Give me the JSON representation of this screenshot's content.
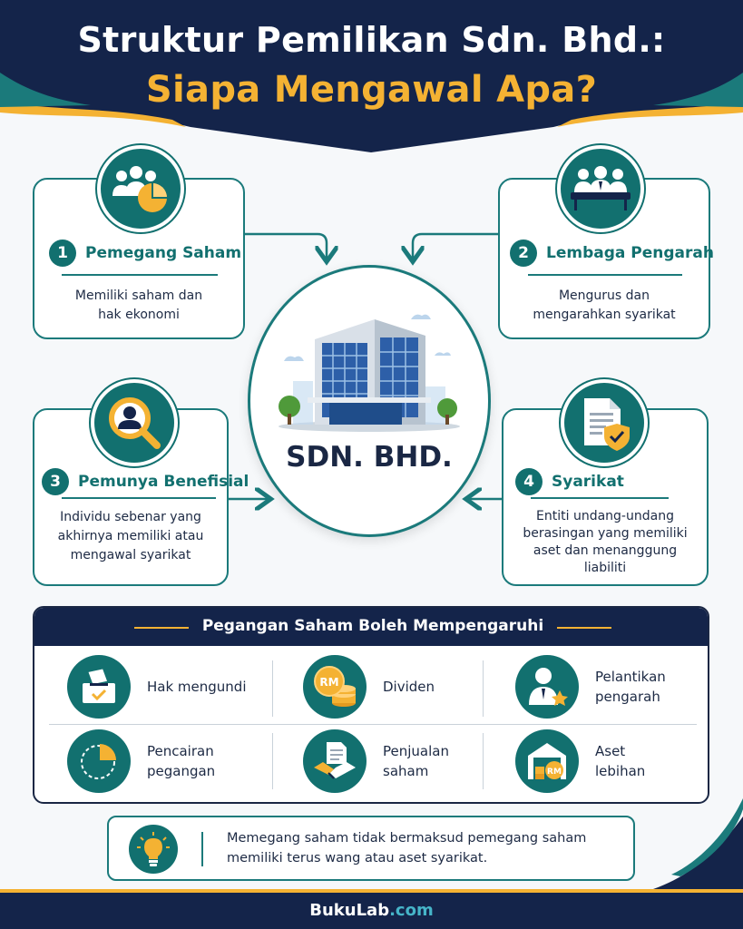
{
  "header": {
    "title_line1": "Struktur Pemilikan Sdn. Bhd.:",
    "title_line2": "Siapa Mengawal Apa?"
  },
  "colors": {
    "navy": "#14244a",
    "teal": "#12706f",
    "gold": "#f4b233"
  },
  "roles": [
    {
      "number": "1",
      "title": "Pemegang Saham",
      "description_lines": [
        "Memiliki saham dan",
        "hak ekonomi"
      ],
      "icon": "shareholders-pie-icon"
    },
    {
      "number": "2",
      "title": "Lembaga Pengarah",
      "description_lines": [
        "Mengurus dan",
        "mengarahkan syarikat"
      ],
      "icon": "board-meeting-icon"
    },
    {
      "number": "3",
      "title": "Pemunya Benefisial",
      "description_lines": [
        "Individu sebenar yang",
        "akhirnya memiliki atau",
        "mengawal syarikat"
      ],
      "icon": "magnifier-person-icon"
    },
    {
      "number": "4",
      "title": "Syarikat",
      "description_lines": [
        "Entiti undang-undang",
        "berasingan yang memiliki",
        "aset dan menanggung",
        "liabiliti"
      ],
      "icon": "document-shield-icon"
    }
  ],
  "center": {
    "label": "SDN. BHD.",
    "icon": "office-building-icon"
  },
  "influence": {
    "title": "Pegangan Saham Boleh Mempengaruhi",
    "items": [
      {
        "lines": [
          "Hak mengundi"
        ],
        "icon": "ballot-box-icon"
      },
      {
        "lines": [
          "Dividen"
        ],
        "icon": "rm-coins-icon"
      },
      {
        "lines": [
          "Pelantikan",
          "pengarah"
        ],
        "icon": "person-star-icon"
      },
      {
        "lines": [
          "Pencairan",
          "pegangan"
        ],
        "icon": "pie-dilution-icon"
      },
      {
        "lines": [
          "Penjualan",
          "saham"
        ],
        "icon": "handshake-document-icon"
      },
      {
        "lines": [
          "Aset",
          "lebihan"
        ],
        "icon": "warehouse-rm-icon"
      }
    ]
  },
  "note": {
    "lines": [
      "Memegang saham tidak bermaksud pemegang saham",
      "memiliki terus wang atau aset syarikat."
    ],
    "icon": "lightbulb-icon"
  },
  "footer": {
    "brand": "BukuLab",
    "domain": ".com"
  }
}
